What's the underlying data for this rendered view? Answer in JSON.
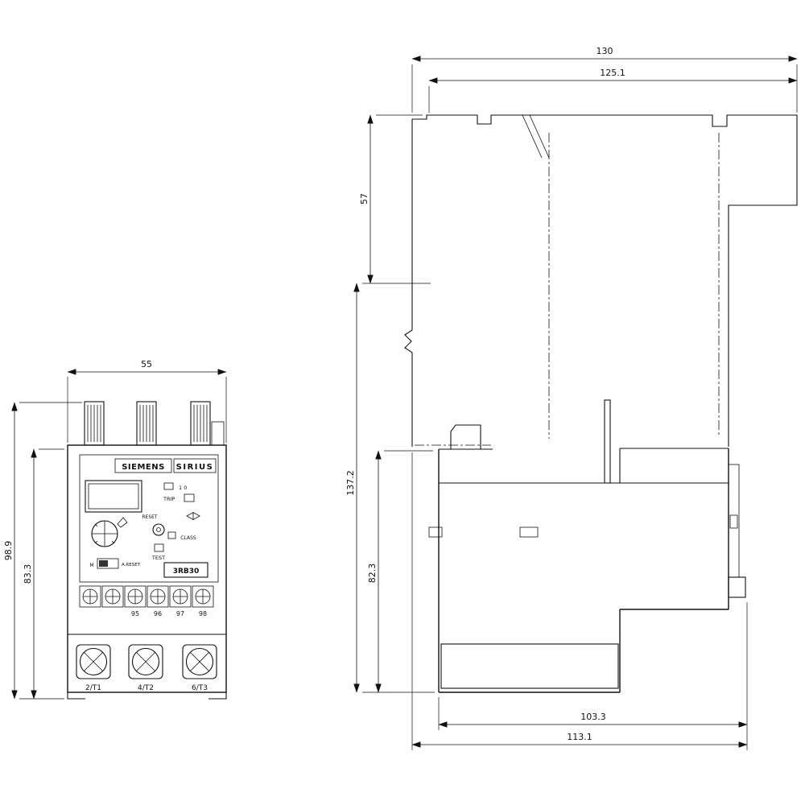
{
  "front_view": {
    "dim_width": "55",
    "dim_total_height": "98.9",
    "dim_body_height": "83.3",
    "brand_label": "SIEMENS",
    "series_label": "SIRIUS",
    "trip_indicator": {
      "label": "TRIP",
      "states": "1 0"
    },
    "reset_label": "RESET",
    "class_label": "CLASS",
    "test_label": "TEST",
    "mode": {
      "left": "M",
      "right": "A.RESET"
    },
    "model_label": "3RB30",
    "aux_terminals": [
      "95",
      "96",
      "97",
      "98"
    ],
    "main_terminals": [
      "2/T1",
      "4/T2",
      "6/T3"
    ]
  },
  "side_view": {
    "dim_total_width": "130",
    "dim_upper_width": "125.1",
    "dim_upper_height": "57",
    "dim_lower_height": "137.2",
    "dim_body_height": "82.3",
    "dim_body_depth": "103.3",
    "dim_total_depth": "113.1"
  }
}
